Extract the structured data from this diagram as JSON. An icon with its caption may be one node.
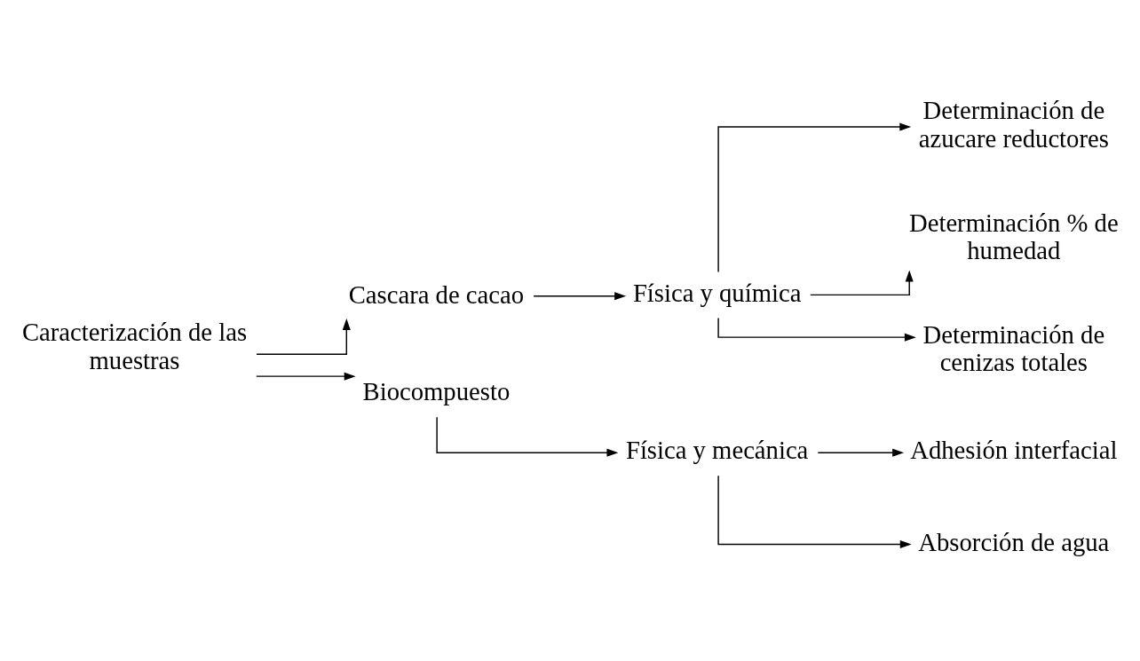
{
  "diagram": {
    "nodes": [
      {
        "text": [
          "Caracterización de las muestras"
        ]
      },
      {
        "text": [
          "Cascara de cacao"
        ]
      },
      {
        "text": [
          "Física y química"
        ]
      },
      {
        "text": [
          "Determinación de azucare reductores"
        ]
      },
      {
        "text": [
          "Determinación % de humedad"
        ]
      },
      {
        "text": [
          "Determinación de cenizas totales"
        ]
      },
      {
        "text": [
          "Biocompuesto"
        ]
      },
      {
        "text": [
          "Física y mecánica"
        ]
      },
      {
        "text": [
          "Adhesión interfacial"
        ]
      },
      {
        "text": [
          "Absorción de agua"
        ]
      }
    ],
    "edges": [
      {
        "from": 0,
        "to": 1,
        "arrow": "to"
      },
      {
        "from": 1,
        "to": 2,
        "arrow": "to"
      },
      {
        "from": 2,
        "to": 3,
        "arrow": "to"
      },
      {
        "from": 2,
        "to": 4,
        "arrow": "to"
      },
      {
        "from": 2,
        "to": 5,
        "arrow": "to"
      },
      {
        "from": 0,
        "to": 6,
        "arrow": "to"
      },
      {
        "from": 6,
        "to": 7,
        "arrow": "to"
      },
      {
        "from": 7,
        "to": 8,
        "arrow": "to"
      },
      {
        "from": 7,
        "to": 9,
        "arrow": "to"
      }
    ]
  }
}
